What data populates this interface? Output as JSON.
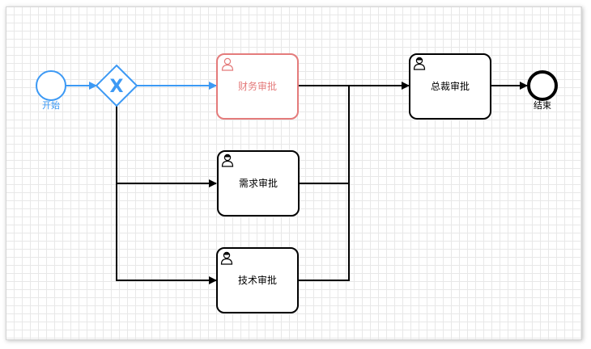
{
  "diagram": {
    "start_event": {
      "label": "开始"
    },
    "end_event": {
      "label": "结束"
    },
    "tasks": {
      "finance": {
        "label": "财务审批"
      },
      "requirement": {
        "label": "需求审批"
      },
      "technical": {
        "label": "技术审批"
      },
      "ceo": {
        "label": "总裁审批"
      }
    },
    "gateway": {
      "symbol": "X"
    },
    "colors": {
      "active_flow": "#3c99f4",
      "selected_task": "#e47b7b",
      "default_stroke": "#000000",
      "grid": "#e8e8e8"
    }
  }
}
